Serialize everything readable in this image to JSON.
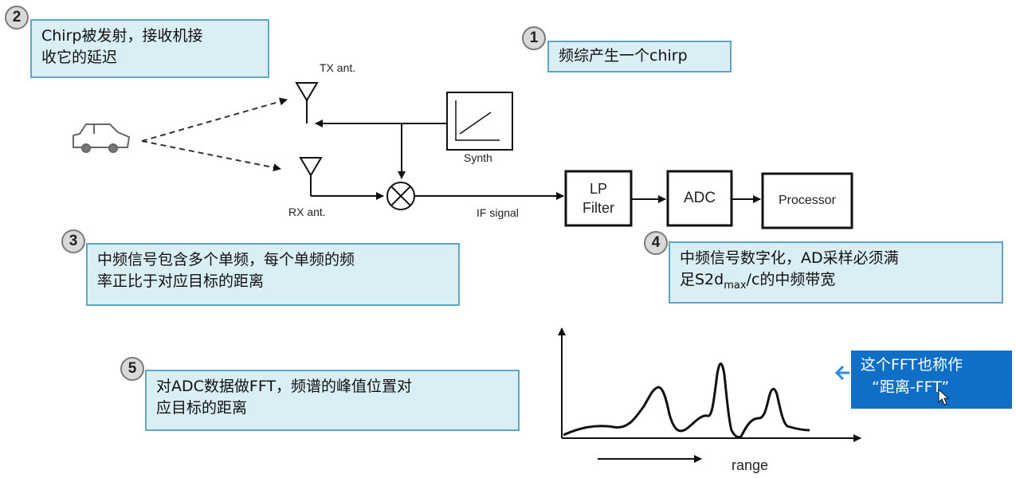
{
  "callouts": {
    "c1": {
      "step": "1",
      "text": "频综产生一个chirp"
    },
    "c2": {
      "step": "2",
      "line1": "Chirp被发射，接收机接",
      "line2": "收它的延迟"
    },
    "c3": {
      "step": "3",
      "line1": "中频信号包含多个单频，每个单频的频",
      "line2": "率正比于对应目标的距离"
    },
    "c4": {
      "step": "4",
      "line1": "中频信号数字化，AD采样必须满",
      "line2_pre": "足S2d",
      "line2_sub": "max",
      "line2_post": "/c的中频带宽"
    },
    "c5": {
      "step": "5",
      "line1": "对ADC数据做FFT，频谱的峰值位置对",
      "line2": "应目标的距离"
    }
  },
  "diagram": {
    "tx_label": "TX ant.",
    "rx_label": "RX ant.",
    "synth_label": "Synth",
    "if_label": "IF signal",
    "lp_line1": "LP",
    "lp_line2": "Filter",
    "adc_label": "ADC",
    "processor_label": "Processor",
    "range_label": "range"
  },
  "note": {
    "line1": "这个FFT也称作",
    "line2": "“距离-FFT”"
  },
  "colors": {
    "callout_bg": "#daeef5",
    "callout_border": "#5ea6c4",
    "note_bg": "#0f6fc6"
  }
}
